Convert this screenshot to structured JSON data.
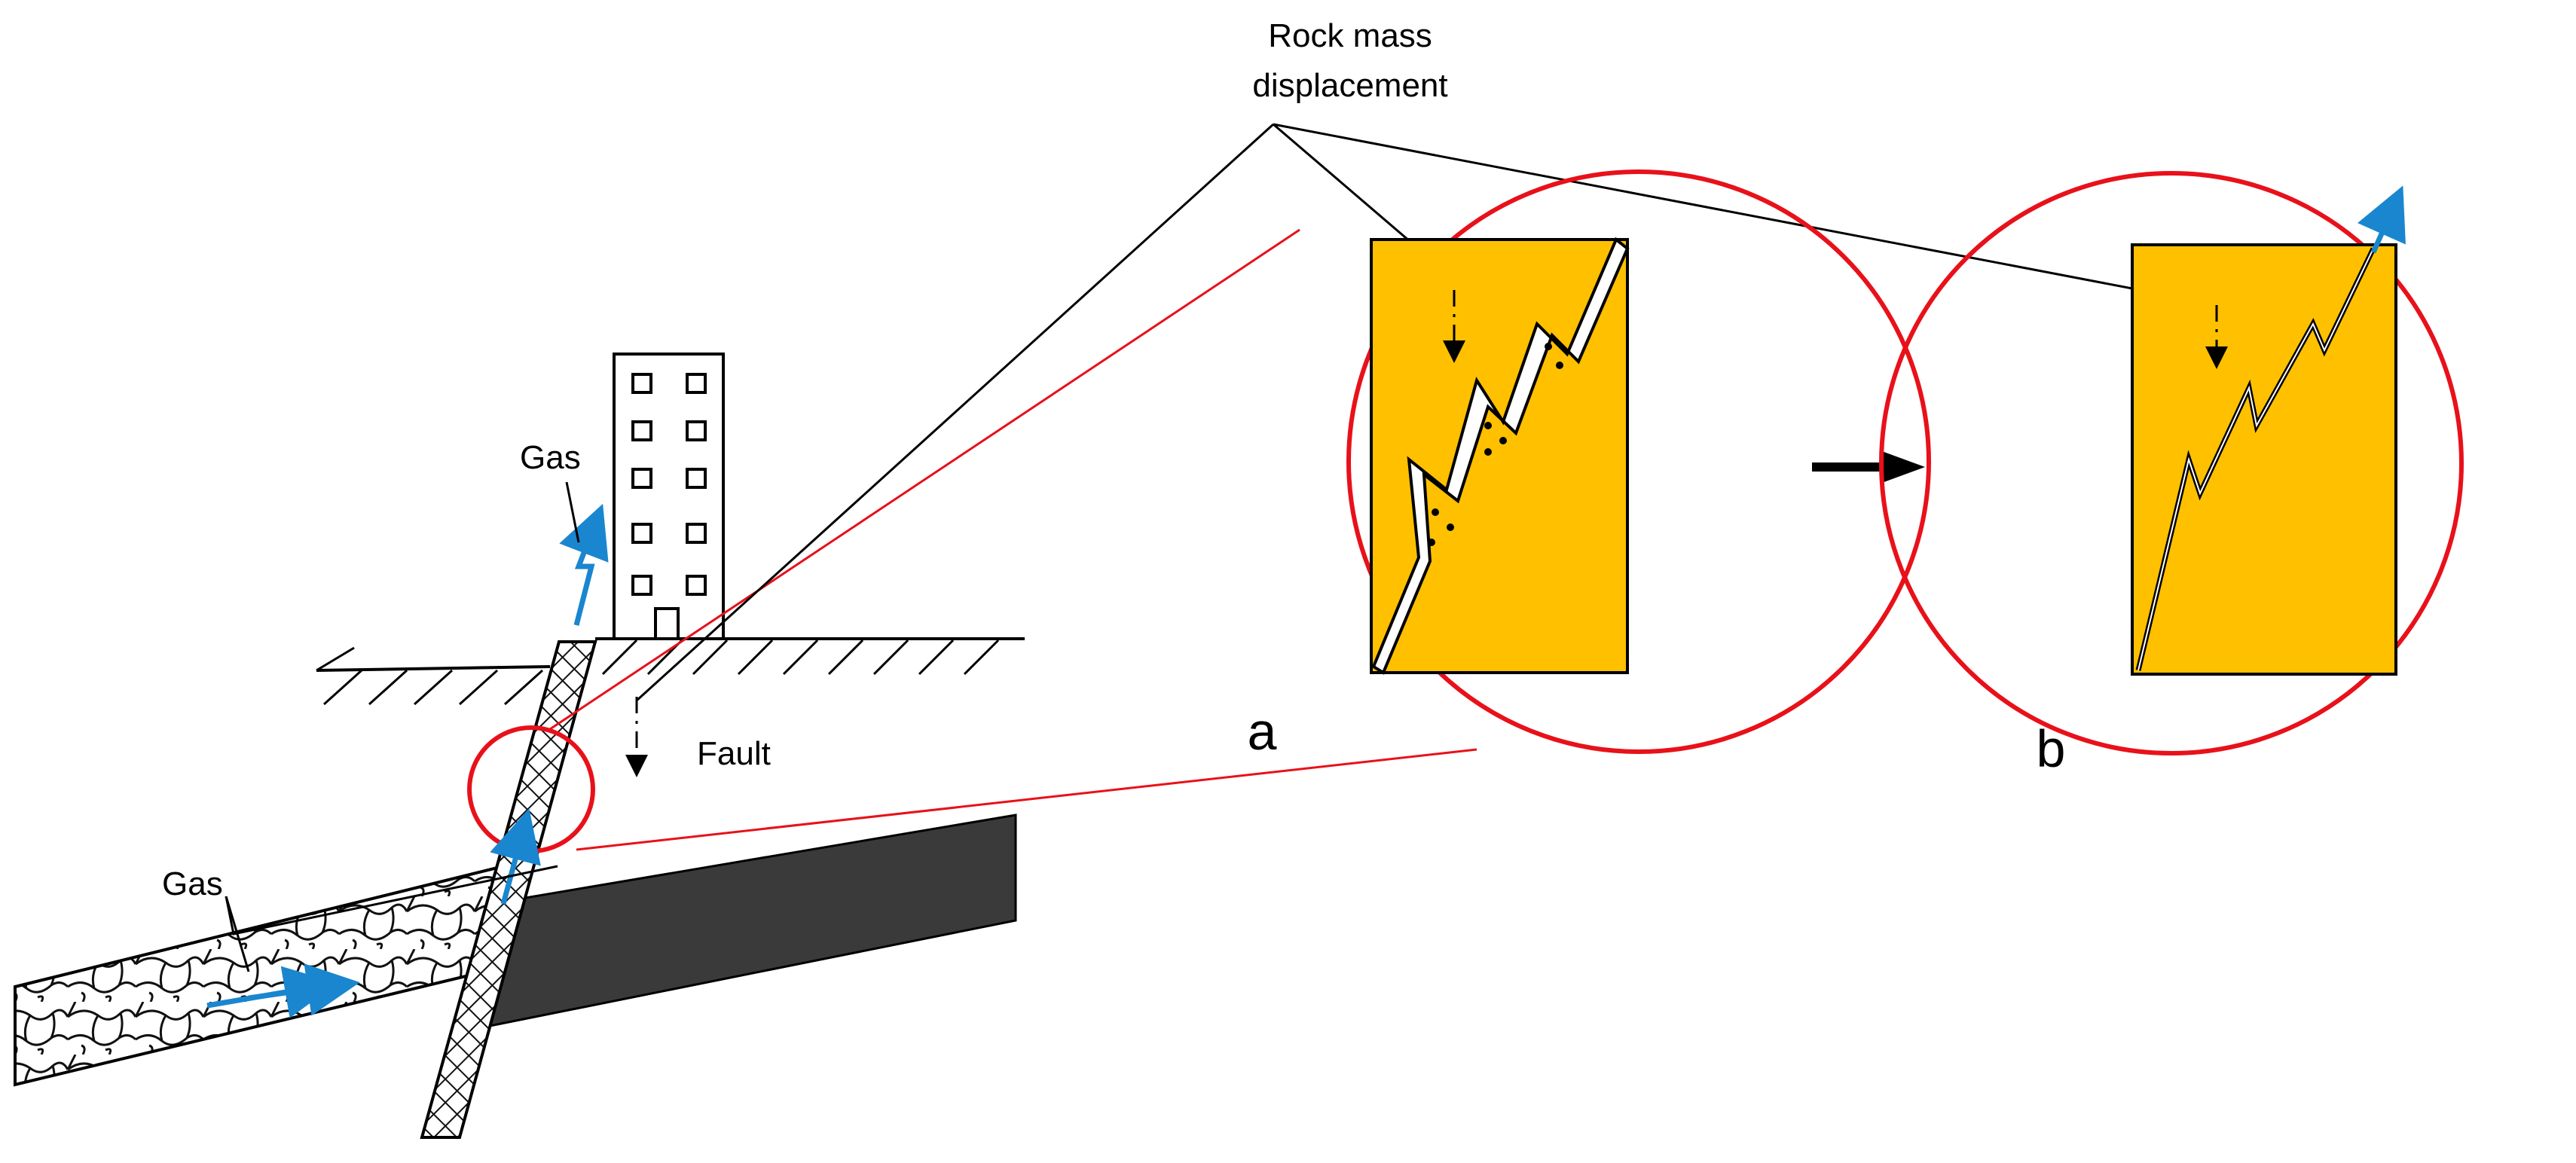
{
  "labels": {
    "rock_mass_line1": "Rock mass",
    "rock_mass_line2": "displacement",
    "gas_top": "Gas",
    "gas_bottom": "Gas",
    "fault": "Fault",
    "panel_a": "a",
    "panel_b": "b"
  },
  "colors": {
    "rock_block": "#ffc000",
    "zoom_circle": "#e8111a",
    "gas_arrow": "#1a86cf",
    "coal_seam": "#3a3a3a"
  },
  "icons": {
    "transition_arrow": "right-arrow"
  }
}
